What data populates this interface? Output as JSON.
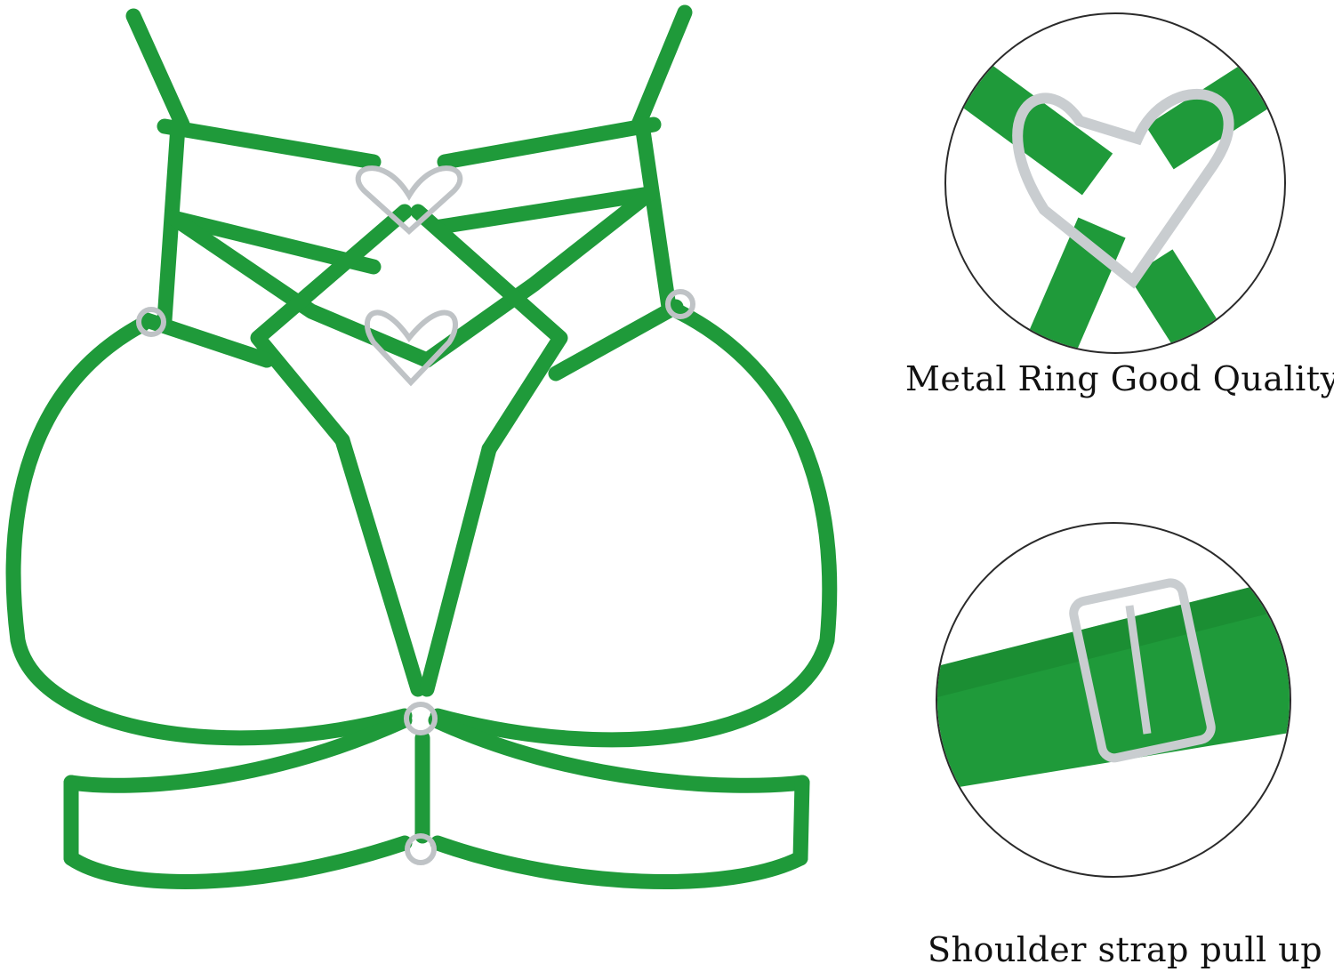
{
  "colors": {
    "strap": "#1f9a3a",
    "strap_shade": "#16802d",
    "metal": "#bfc3c6",
    "background": "#ffffff"
  },
  "product": {
    "name": "green elastic body harness bra",
    "features": [
      "heart rings",
      "o-rings",
      "adjustable shoulder straps"
    ]
  },
  "details": [
    {
      "caption": "Metal Ring Good Quality",
      "icon": "heart-ring-closeup"
    },
    {
      "caption": "Shoulder strap pull up",
      "icon": "slider-buckle-closeup"
    }
  ]
}
